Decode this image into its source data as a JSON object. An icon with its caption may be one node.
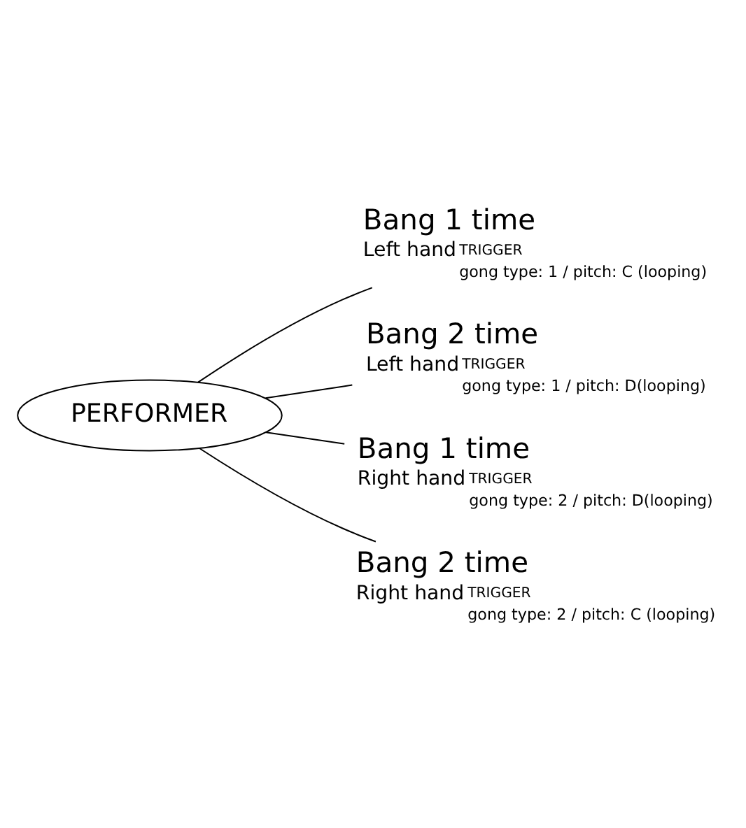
{
  "diagram": {
    "nodes": [
      {
        "text": [
          "PERFORMER"
        ]
      },
      {
        "text": [
          "Bang 1 time",
          "Left hand",
          "TRIGGER",
          "gong type: 1 / pitch: C (looping)"
        ]
      },
      {
        "text": [
          "Bang 2 time",
          "Left hand",
          "TRIGGER",
          "gong type: 1 / pitch: D(looping)"
        ]
      },
      {
        "text": [
          "Bang 1 time",
          "Right hand",
          "TRIGGER",
          "gong type: 2 / pitch: D(looping)"
        ]
      },
      {
        "text": [
          "Bang 2 time",
          "Right hand",
          "TRIGGER",
          "gong type: 2 / pitch: C (looping)"
        ]
      }
    ],
    "edges": [
      {
        "from": 0,
        "to": 1,
        "arrow": "none"
      },
      {
        "from": 0,
        "to": 2,
        "arrow": "none"
      },
      {
        "from": 0,
        "to": 3,
        "arrow": "none"
      },
      {
        "from": 0,
        "to": 4,
        "arrow": "none"
      }
    ]
  }
}
